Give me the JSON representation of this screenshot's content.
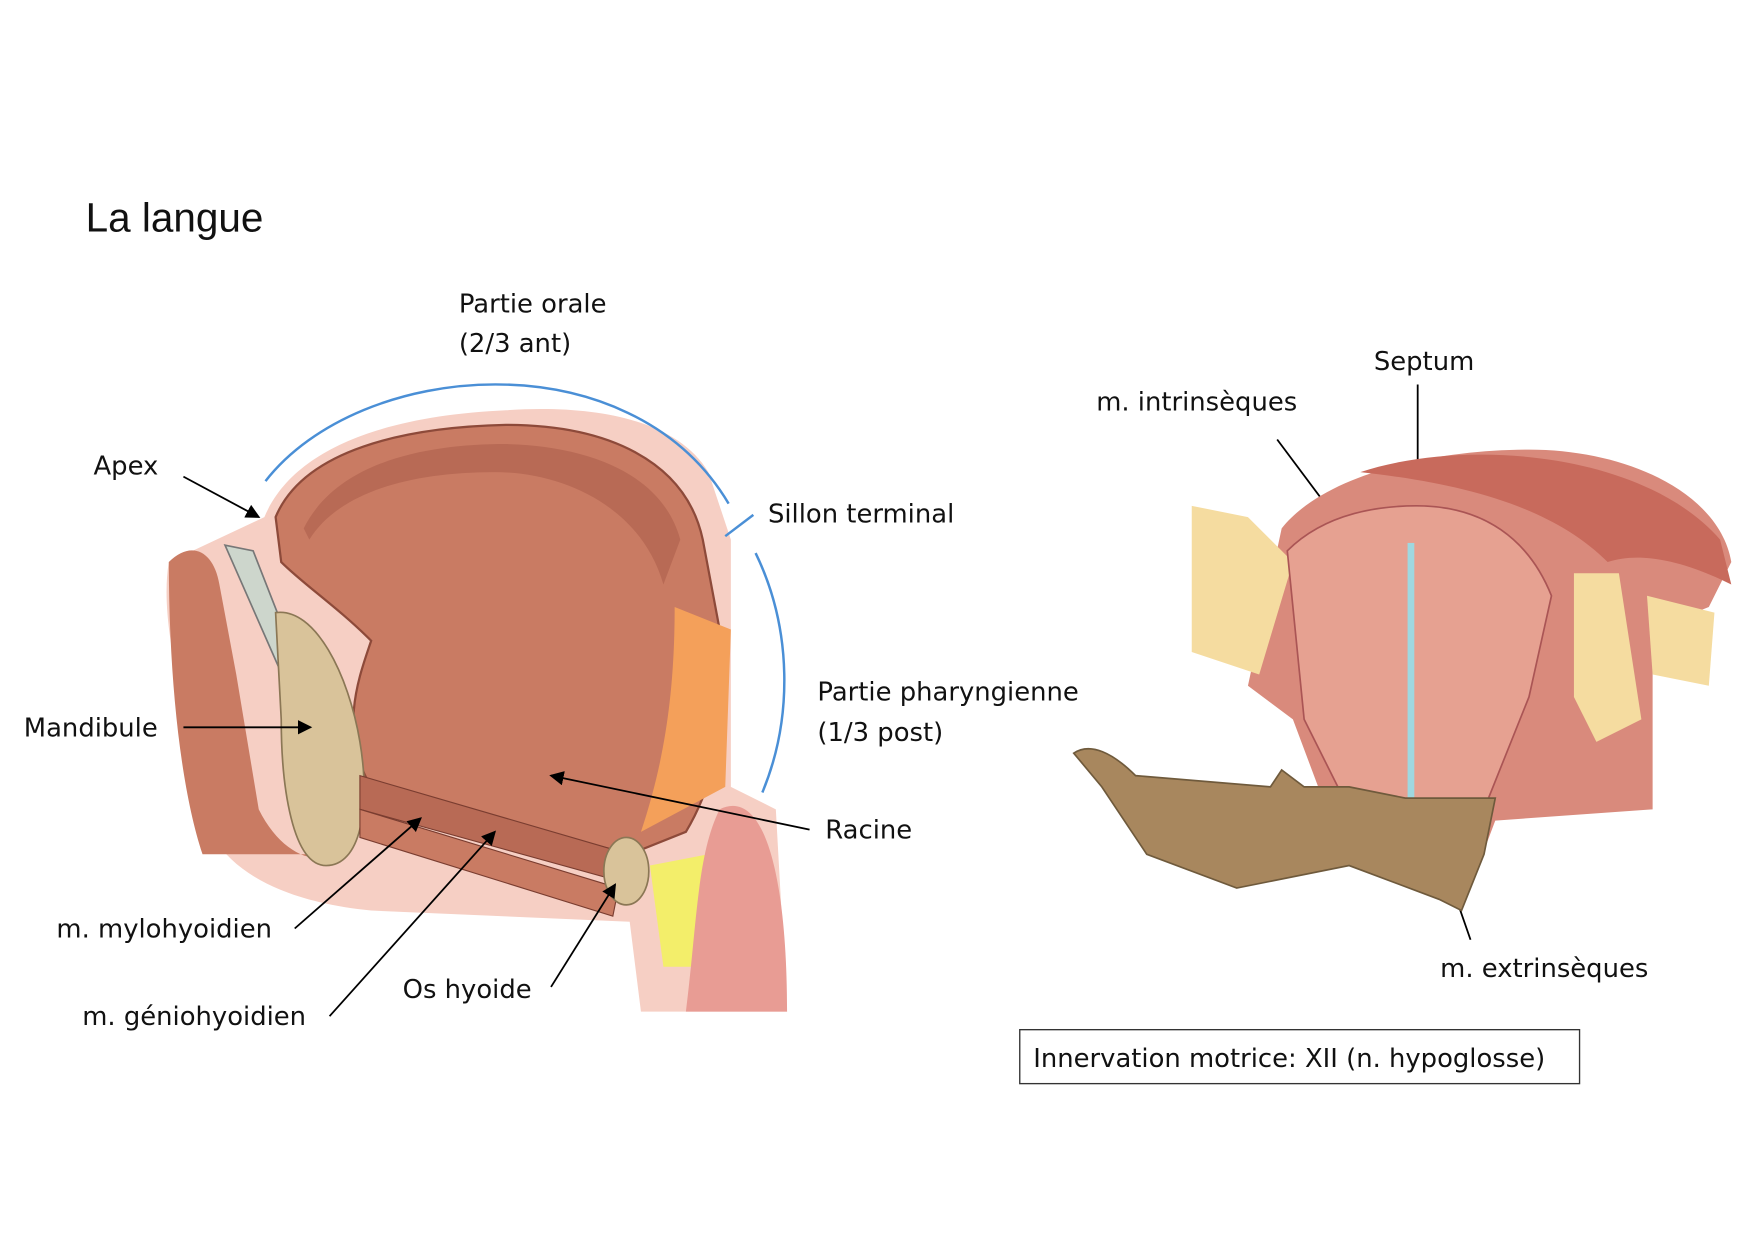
{
  "title": "La langue",
  "left_figure": {
    "labels": {
      "partie_orale_1": "Partie orale",
      "partie_orale_2": "(2/3 ant)",
      "apex": "Apex",
      "sillon": "Sillon terminal",
      "partie_phar_1": "Partie pharyngienne",
      "partie_phar_2": "(1/3 post)",
      "mandibule": "Mandibule",
      "racine": "Racine",
      "mylohyoidien": "m. mylohyoidien",
      "geniohyoidien": "m. géniohyoidien",
      "os_hyoide": "Os hyoide"
    }
  },
  "right_figure": {
    "labels": {
      "septum": "Septum",
      "intrinseques": "m. intrinsèques",
      "extrinseques": "m. extrinsèques"
    }
  },
  "note": "Innervation motrice: XII (n. hypoglosse)",
  "colors": {
    "bracket": "#4a8fd6",
    "muscle": "#c8826a",
    "mucosa": "#f2b8a8",
    "bone": "#d9c39a"
  }
}
